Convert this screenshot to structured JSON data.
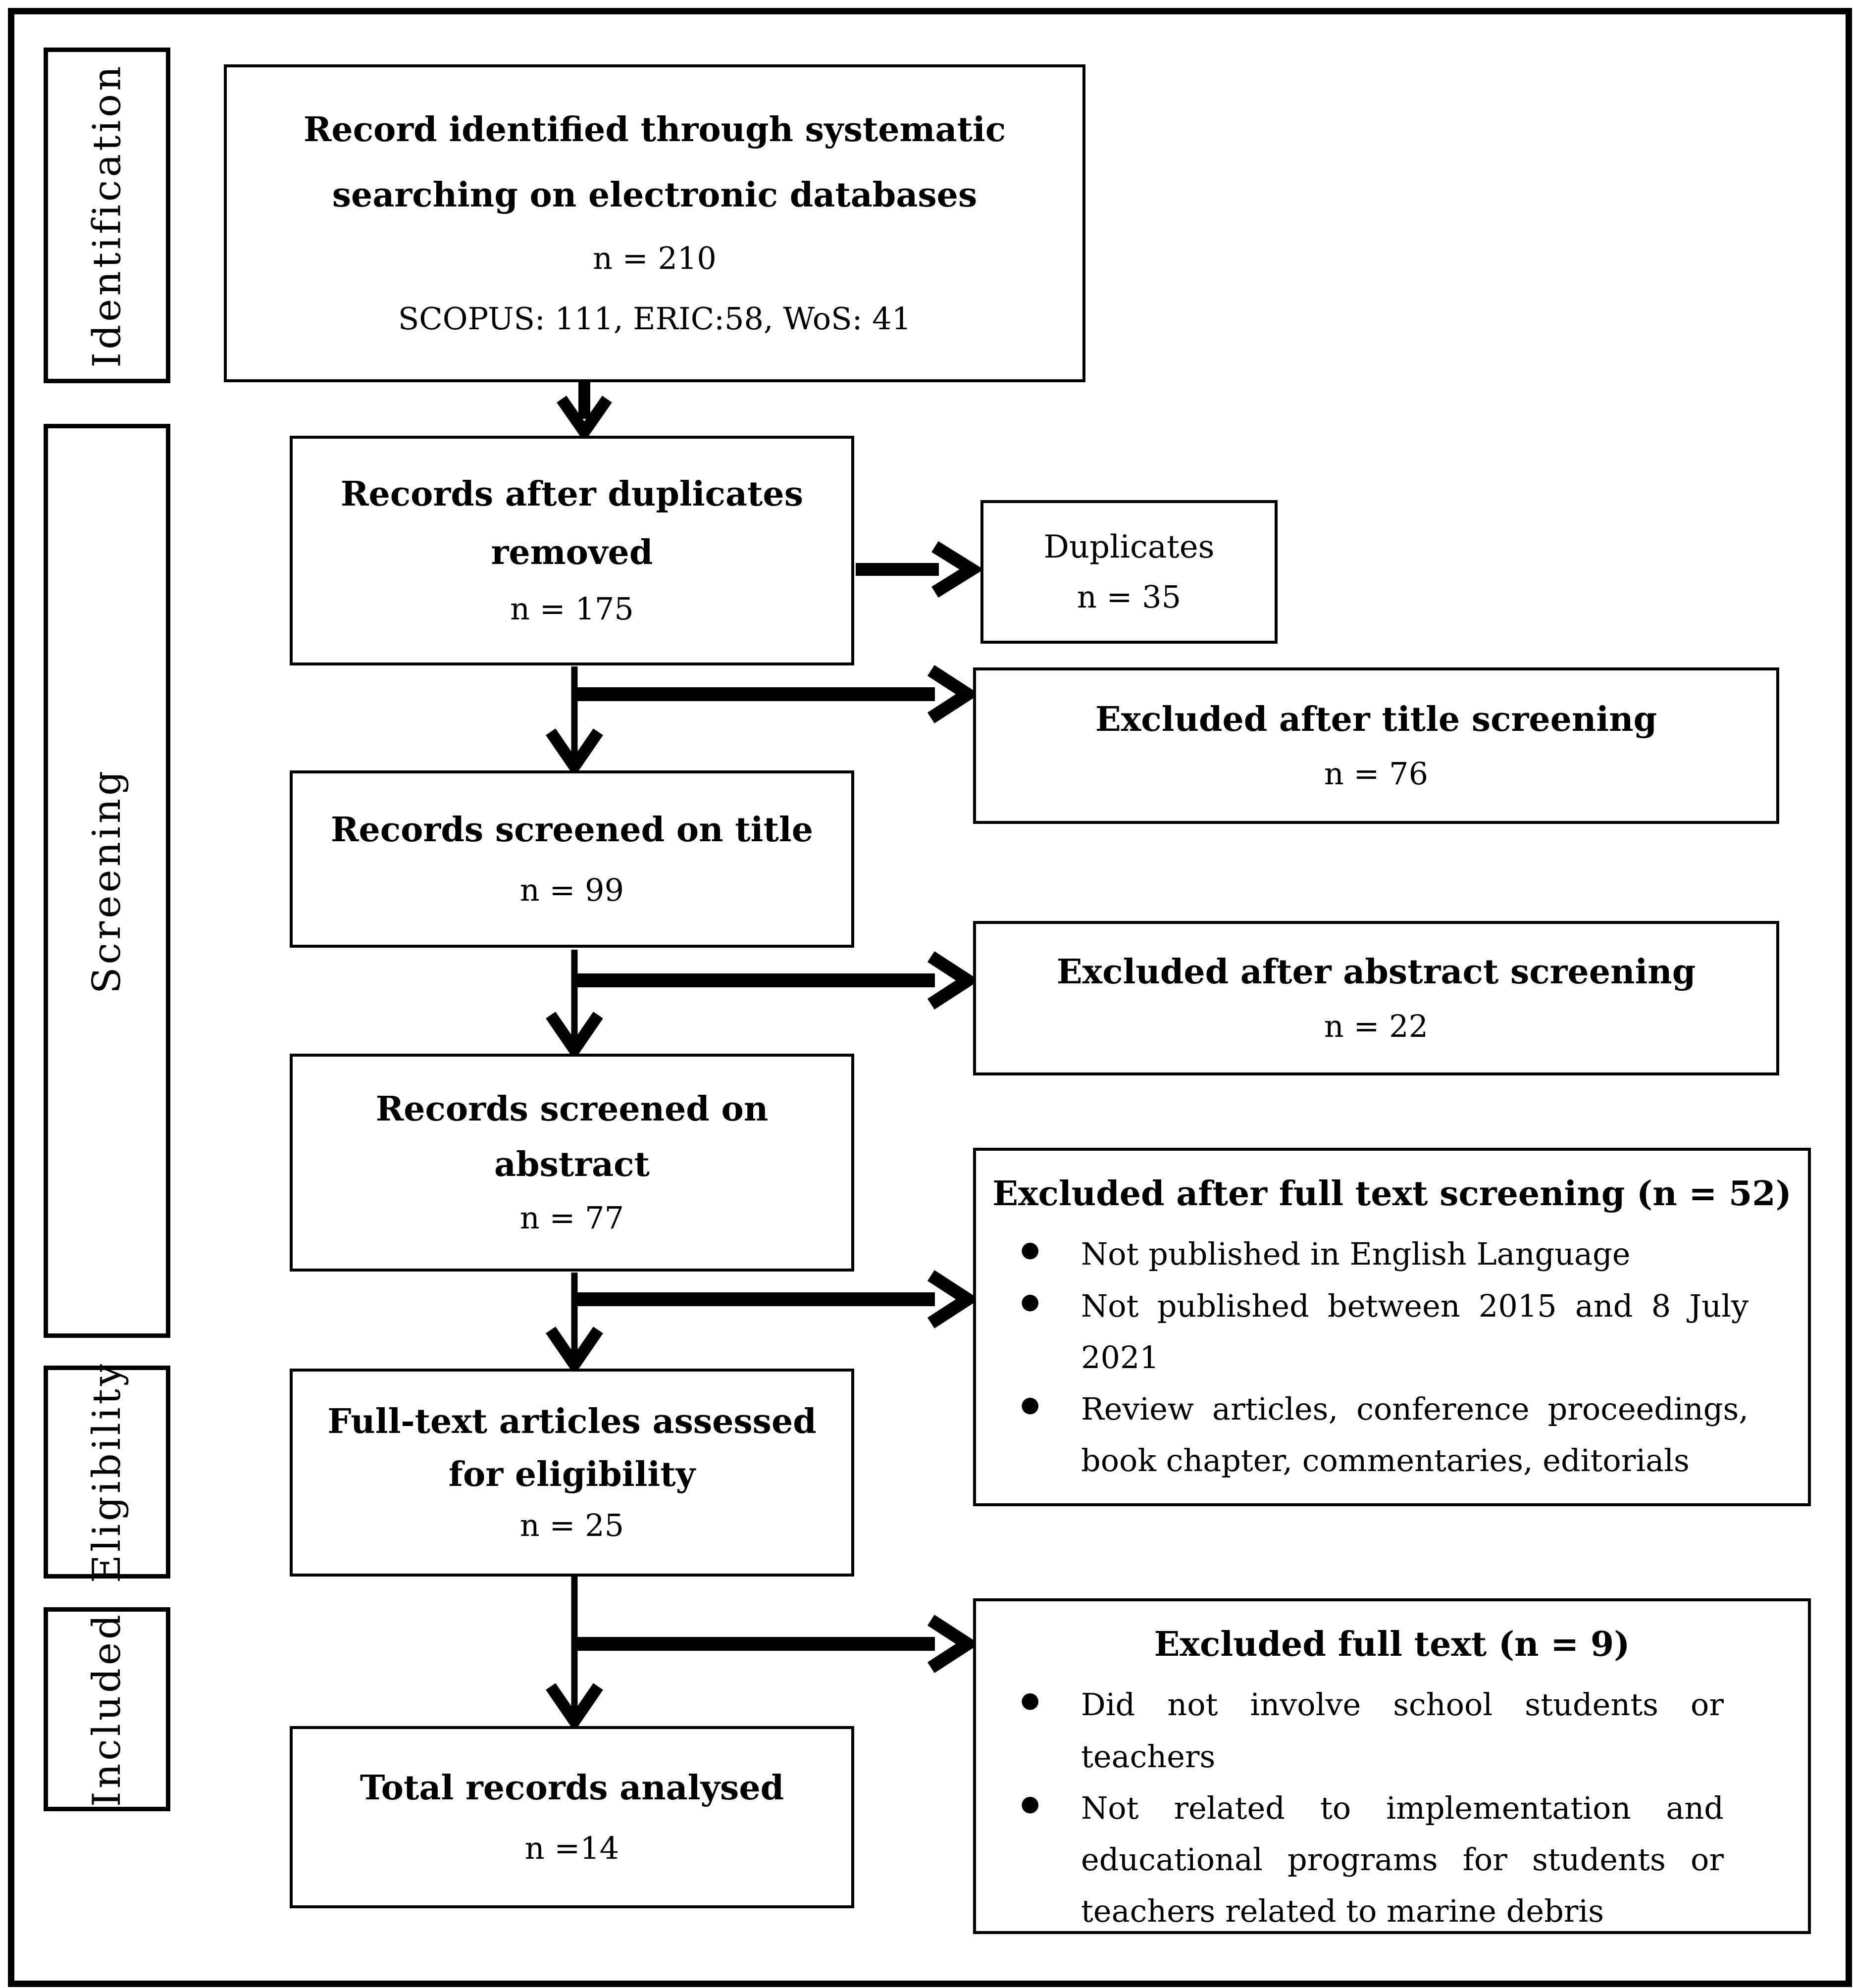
{
  "sidebar": {
    "stages": [
      {
        "label": "Identification"
      },
      {
        "label": "Screening"
      },
      {
        "label": "Eligibility"
      },
      {
        "label": "Included"
      }
    ]
  },
  "flow": {
    "identified": {
      "lines": [
        "Record identified through systematic",
        "searching on electronic databases"
      ],
      "n": "n = 210",
      "sources": "SCOPUS: 111, ERIC:58, WoS: 41"
    },
    "duplicates_removed": {
      "lines": [
        "Records after duplicates",
        "removed"
      ],
      "n": "n = 175"
    },
    "duplicates": {
      "title": "Duplicates",
      "n": "n = 35"
    },
    "excluded_title_screening": {
      "title": "Excluded after title screening",
      "n": "n = 76"
    },
    "screened_title": {
      "lines": [
        "Records screened on title"
      ],
      "n": "n = 99"
    },
    "excluded_abstract_screening": {
      "title": "Excluded after abstract screening",
      "n": "n = 22"
    },
    "screened_abstract": {
      "lines": [
        "Records screened on",
        "abstract"
      ],
      "n": "n = 77"
    },
    "excluded_full_text_screening": {
      "title": "Excluded after full text screening (n = 52)",
      "bullets": [
        "Not published in English Language",
        "Not published between 2015 and 8 July 2021",
        "Review articles, conference proceedings, book chapter, commentaries, editorials"
      ]
    },
    "full_text_assessed": {
      "lines": [
        "Full-text articles assessed",
        "for eligibility"
      ],
      "n": "n = 25"
    },
    "excluded_full_text": {
      "title": "Excluded full text (n = 9)",
      "bullets": [
        "Did not involve school students or teachers",
        "Not related to implementation and educational programs for students or teachers related to marine debris"
      ]
    },
    "total_analysed": {
      "lines": [
        "Total records analysed"
      ],
      "n": "n =14"
    }
  }
}
